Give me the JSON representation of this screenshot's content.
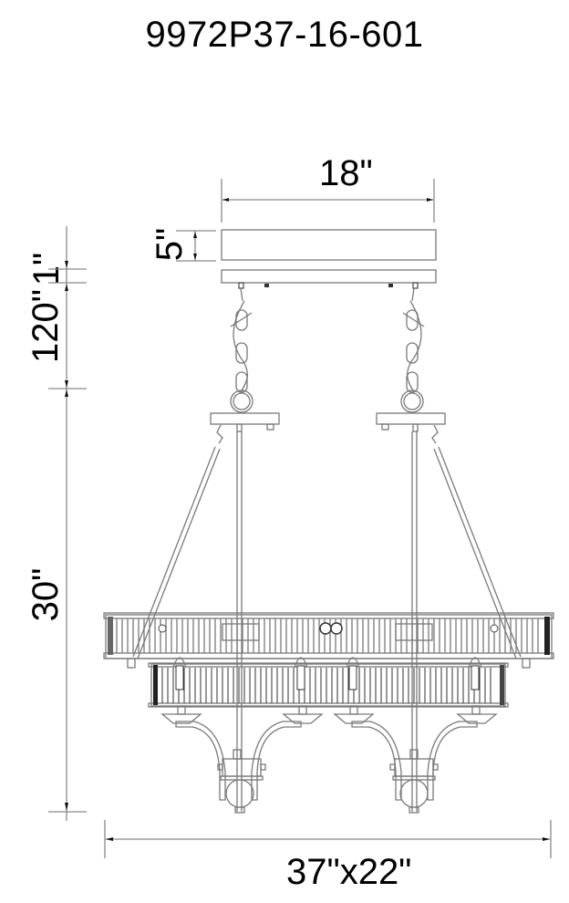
{
  "title": "9972P37-16-601",
  "dimensions": {
    "canopy_width": "18\"",
    "canopy_height": "5\"",
    "chain_length": "120\"",
    "gap": "1\"",
    "fixture_height": "30\"",
    "fixture_footprint": "37\"x22\""
  },
  "colors": {
    "line": "#7a7a7a",
    "dimension_line": "#8a8a8a",
    "text": "#000000",
    "background": "#ffffff"
  }
}
